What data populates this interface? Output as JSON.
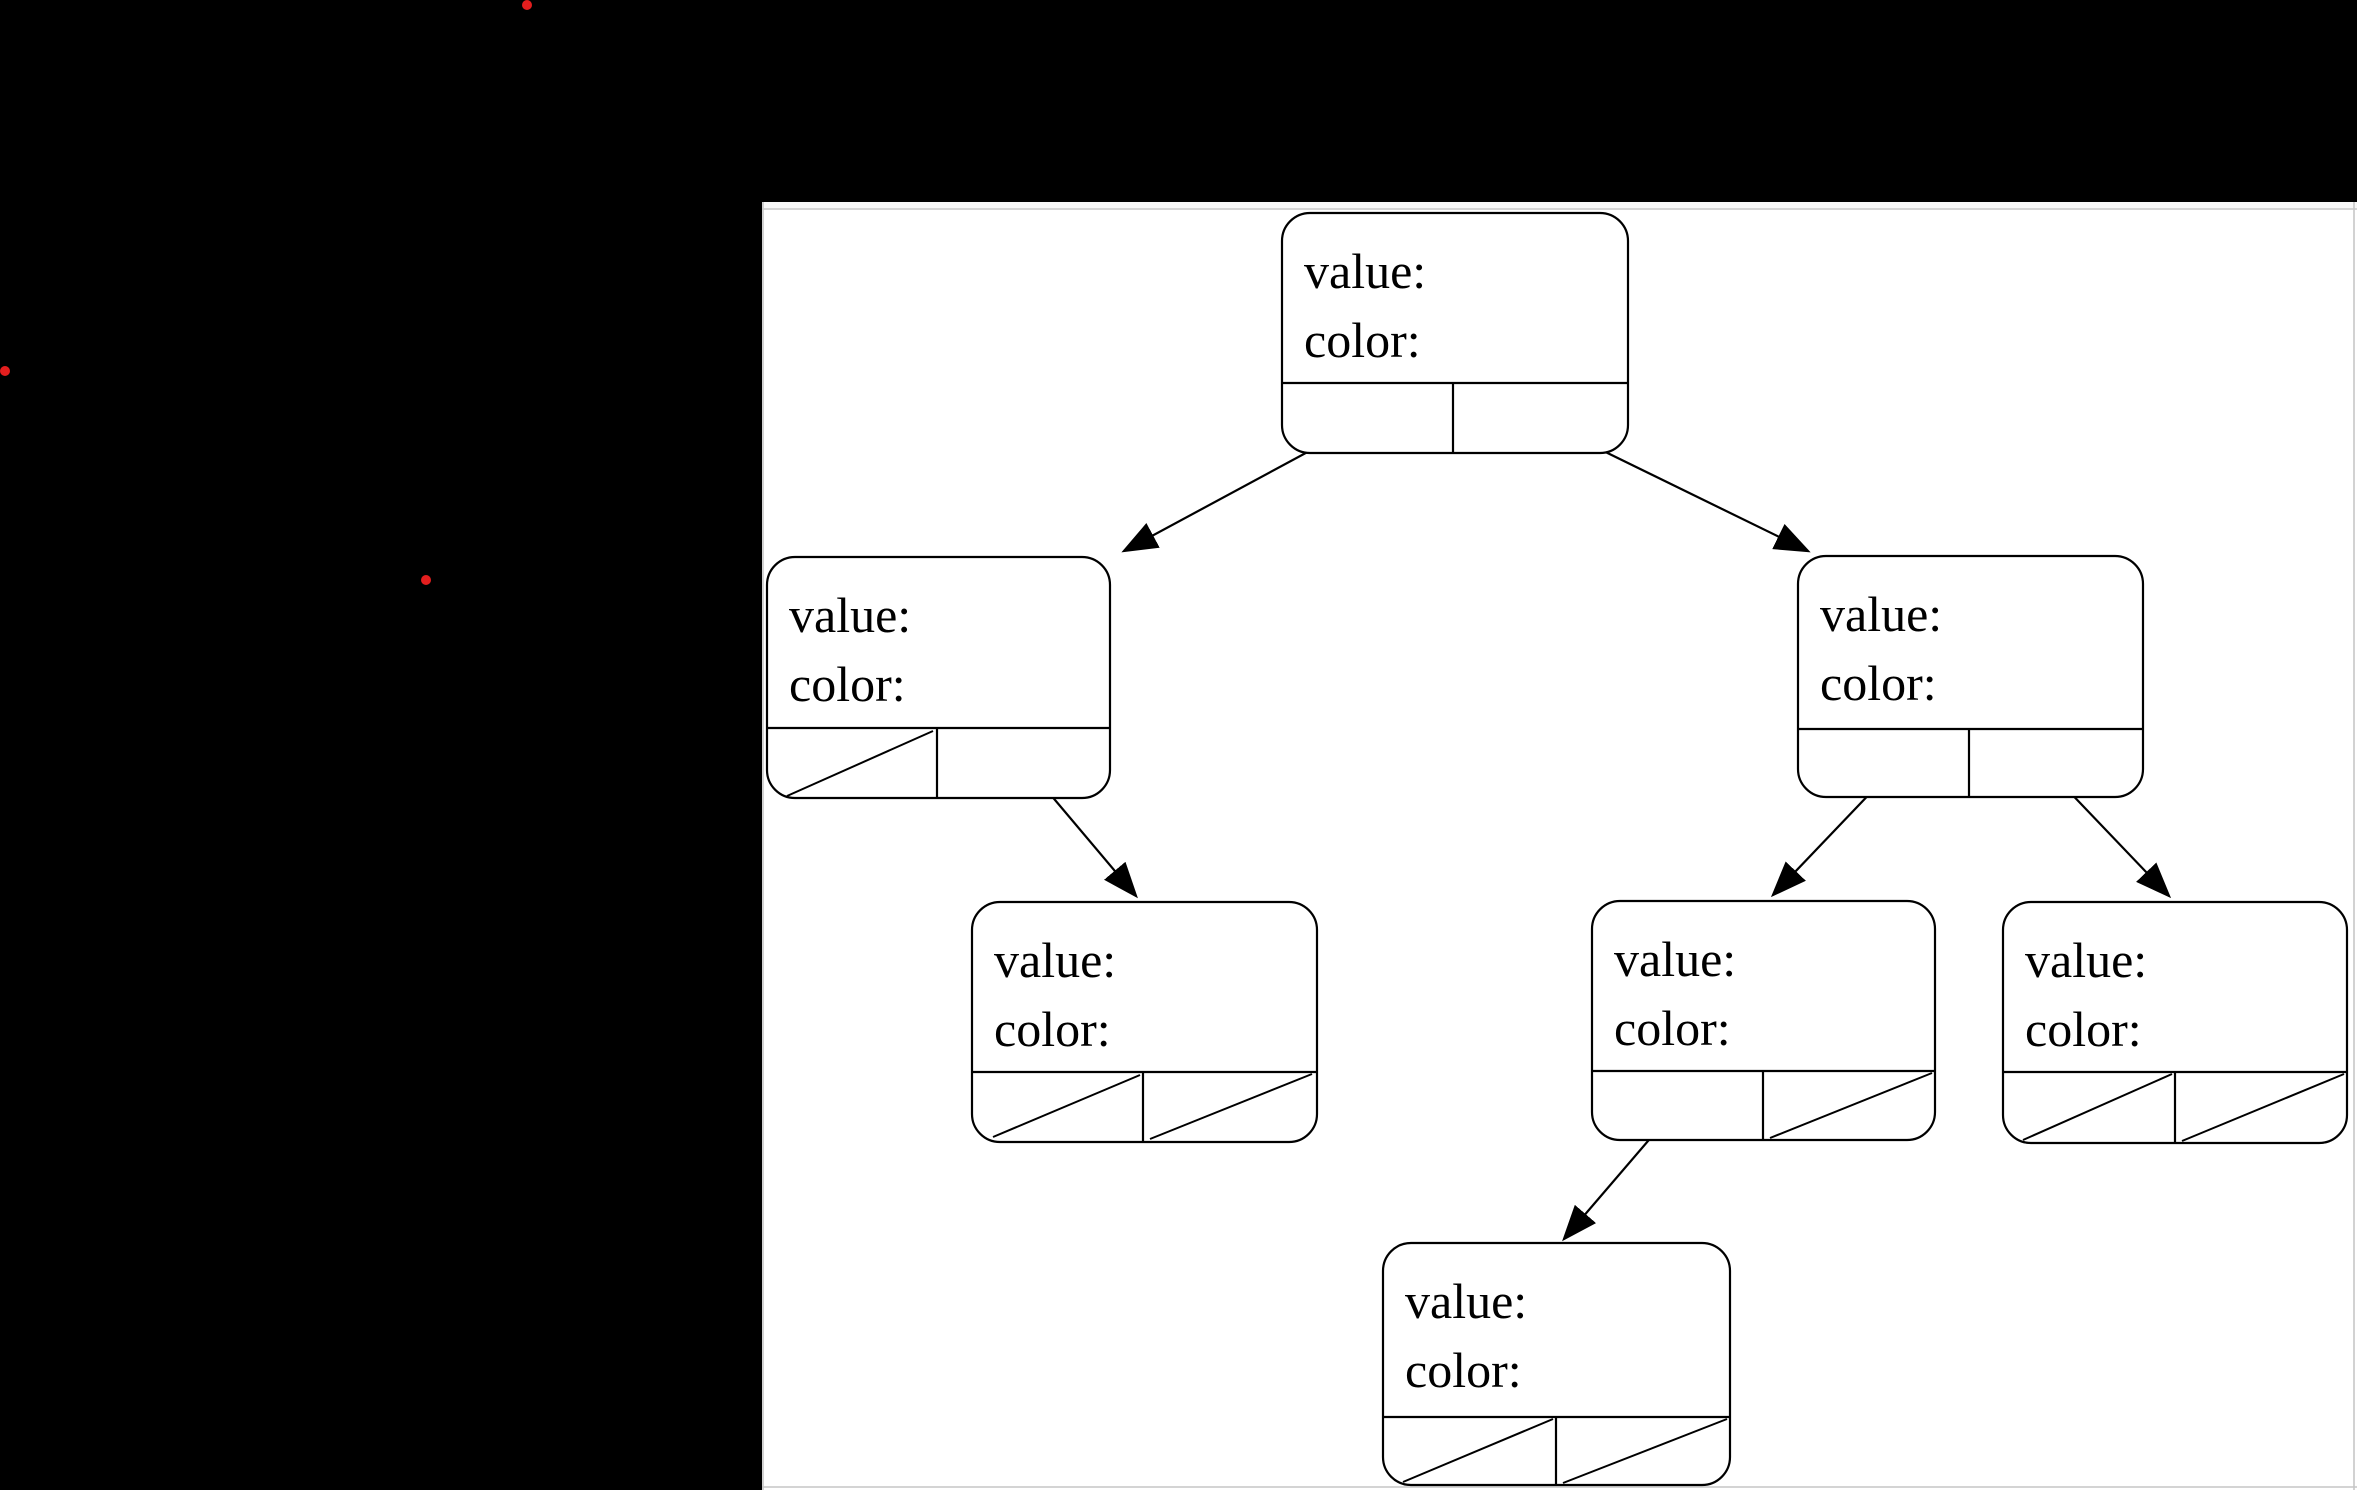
{
  "window": {
    "description": "black desktop area on left, white diagram panel on right"
  },
  "colors": {
    "background": "#000000",
    "panel": "#ffffff",
    "panel_top_strip": "#f8f8f8",
    "panel_border": "#c6c6c6",
    "line": "#000000",
    "marker_red": "#e31e1e",
    "text": "#000000"
  },
  "markers": {
    "red_dot_count": 3
  },
  "diagram": {
    "type": "binary-tree-node-diagram",
    "node_field_labels": [
      "value:",
      "color:"
    ],
    "nodes": [
      {
        "id": "root",
        "value_label": "value:",
        "color_label": "color:",
        "left": "left-child",
        "right": "right-child"
      },
      {
        "id": "left-child",
        "value_label": "value:",
        "color_label": "color:",
        "left": "null",
        "right": "left-right-grandchild"
      },
      {
        "id": "right-child",
        "value_label": "value:",
        "color_label": "color:",
        "left": "right-left-grandchild",
        "right": "right-right-grandchild"
      },
      {
        "id": "left-right-grandchild",
        "value_label": "value:",
        "color_label": "color:",
        "left": "null",
        "right": "null"
      },
      {
        "id": "right-left-grandchild",
        "value_label": "value:",
        "color_label": "color:",
        "left": "bottom-node",
        "right": "null"
      },
      {
        "id": "right-right-grandchild",
        "value_label": "value:",
        "color_label": "color:",
        "left": "null",
        "right": "null"
      },
      {
        "id": "bottom-node",
        "value_label": "value:",
        "color_label": "color:",
        "left": "null",
        "right": "null"
      }
    ]
  }
}
